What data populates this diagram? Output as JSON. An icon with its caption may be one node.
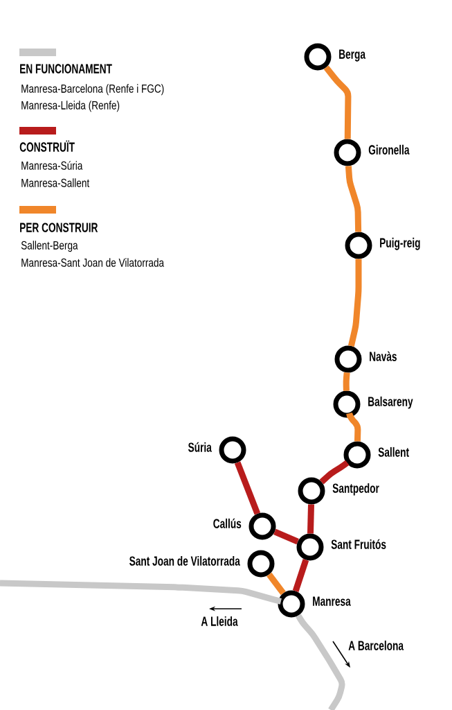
{
  "diagram": {
    "nodes": [
      {
        "text": [],
        "shape": "circle",
        "beside": [
          "Berga"
        ]
      },
      {
        "text": [],
        "shape": "circle",
        "beside": [
          "Gironella"
        ]
      },
      {
        "text": [],
        "shape": "circle",
        "beside": [
          "Puig-reig"
        ]
      },
      {
        "text": [],
        "shape": "circle",
        "beside": [
          "Navàs"
        ]
      },
      {
        "text": [],
        "shape": "circle",
        "beside": [
          "Balsareny"
        ]
      },
      {
        "text": [],
        "shape": "circle",
        "beside": [
          "Súria"
        ]
      },
      {
        "text": [],
        "shape": "circle",
        "beside": [
          "Sallent"
        ]
      },
      {
        "text": [],
        "shape": "circle",
        "beside": [
          "Santpedor"
        ]
      },
      {
        "text": [],
        "shape": "circle",
        "beside": [
          "Callús"
        ]
      },
      {
        "text": [],
        "shape": "circle",
        "beside": [
          "Sant Fruitós"
        ]
      },
      {
        "text": [],
        "shape": "circle",
        "beside": [
          "Sant Joan de Vilatorrada"
        ]
      },
      {
        "text": [],
        "shape": "circle",
        "beside": [
          "Manresa"
        ]
      }
    ],
    "edges": [
      {
        "from": 0,
        "to": 1,
        "arrow": "none"
      },
      {
        "from": 1,
        "to": 2,
        "arrow": "none"
      },
      {
        "from": 2,
        "to": 3,
        "arrow": "none"
      },
      {
        "from": 3,
        "to": 4,
        "arrow": "none"
      },
      {
        "from": 4,
        "to": 6,
        "arrow": "none"
      },
      {
        "from": 6,
        "to": 7,
        "arrow": "none",
        "color": "#b81c1c"
      },
      {
        "from": 7,
        "to": 9,
        "arrow": "none",
        "color": "#b81c1c"
      },
      {
        "from": 5,
        "to": 8,
        "arrow": "none",
        "color": "#b81c1c"
      },
      {
        "from": 8,
        "to": 9,
        "arrow": "none",
        "color": "#b81c1c"
      },
      {
        "from": 9,
        "to": 11,
        "arrow": "none",
        "color": "#b81c1c"
      },
      {
        "from": 10,
        "to": 11,
        "arrow": "none"
      },
      {
        "from": null,
        "to": 11,
        "arrow": "none",
        "color": "#c8c8c8"
      },
      {
        "from": 11,
        "to": null,
        "arrow": "none",
        "color": "#c8c8c8"
      }
    ],
    "labels": [
      "Manresa-Barcelona (Renfe i FGC)",
      "Manresa-Lleida (Renfe)",
      "Manresa-Súria",
      "Manresa-Sallent",
      "Sallent-Berga",
      "Manresa-Sant Joan de Vilatorrada",
      "A Lleida",
      "A Barcelona"
    ],
    "legend": [
      {
        "text": "EN FUNCIONAMENT",
        "color": "#c8c8c8"
      },
      {
        "text": "CONSTRUÏT",
        "color": "#b81c1c"
      },
      {
        "text": "PER CONSTRUIR",
        "color": "#f0862a"
      }
    ]
  }
}
